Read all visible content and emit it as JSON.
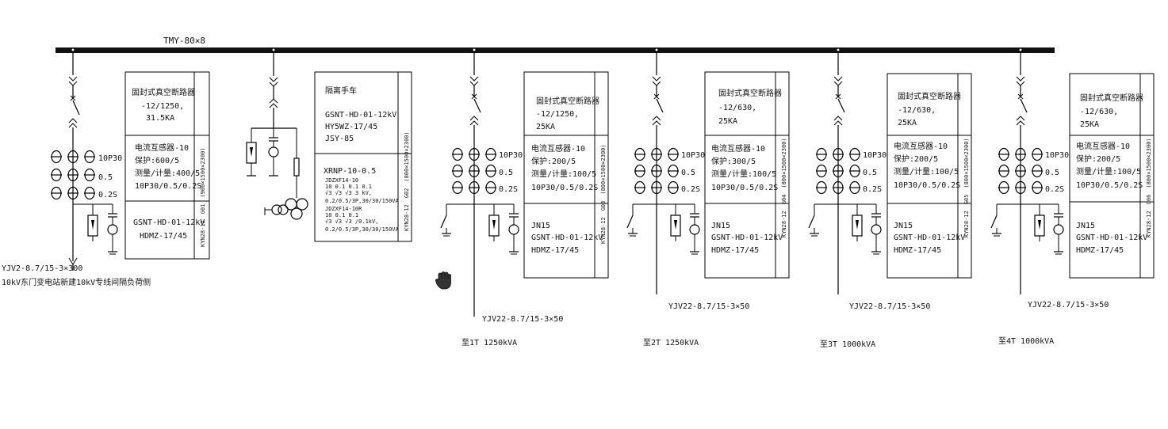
{
  "bus": {
    "label": "TMY-80×8"
  },
  "feeder": {
    "cable": "YJV2-8.7/15-3×300",
    "note": "10kV东门变电站新建10kV专线间隔负荷侧"
  },
  "panels": [
    {
      "id": "p1",
      "ct_labels": [
        "10P30",
        "0.5",
        "0.2S"
      ],
      "breaker": [
        "固封式真空断路器",
        "-12/1250,",
        "31.5KA"
      ],
      "ct": [
        "电流互感器-10",
        "保护:600/5",
        "测量/计量:400/5",
        "10P30/0.5/0.2S"
      ],
      "lower": [
        "GSNT-HD-01-12kV",
        "HDMZ-17/45"
      ],
      "side": [
        "KYN28-12",
        "G01",
        "(900×1500×2300)"
      ]
    },
    {
      "id": "p2",
      "upper": [
        "隔离手车",
        "GSNT-HD-01-12kV",
        "HY5WZ-17/45",
        "JSY-85"
      ],
      "fuse": "XRNP-10-0.5",
      "pt": [
        "JDZXF14-10",
        "10   0.1  0.1   0.1",
        "√3   √3   √3    3  kV,",
        "0.2/0.5/3P,30/30/150VA",
        "JDZXF14-10R",
        "10   0.1  0.1",
        "√3   √3   √3  /0.1kV,",
        "0.2/0.5/3P,30/30/150VA"
      ],
      "side": [
        "KYN28-12",
        "G02",
        "(800×1500×2300)"
      ]
    },
    {
      "id": "p3",
      "ct_labels": [
        "10P30",
        "0.5",
        "0.2S"
      ],
      "breaker": [
        "固封式真空断路器",
        "-12/1250,",
        "25KA"
      ],
      "ct": [
        "电流互感器-10",
        "保护:200/5",
        "测量/计量:100/5",
        "10P30/0.5/0.2S"
      ],
      "lower": [
        "JN15",
        "GSNT-HD-01-12kV",
        "HDMZ-17/45"
      ],
      "side": [
        "KYN28-12",
        "G03",
        "(800×1500×2300)"
      ],
      "cable": "YJV22-8.7/15-3×50",
      "dest": "至1T 1250kVA"
    },
    {
      "id": "p4",
      "ct_labels": [
        "10P30",
        "0.5",
        "0.2S"
      ],
      "breaker": [
        "固封式真空断路器",
        "-12/630,",
        "25KA"
      ],
      "ct": [
        "电流互感器-10",
        "保护:300/5",
        "测量/计量:100/5",
        "10P30/0.5/0.2S"
      ],
      "lower": [
        "JN15",
        "GSNT-HD-01-12kV",
        "HDMZ-17/45"
      ],
      "side": [
        "KYN28-12",
        "G04",
        "(800×1500×2300)"
      ],
      "cable": "YJV22-8.7/15-3×50",
      "dest": "至2T 1250kVA"
    },
    {
      "id": "p5",
      "ct_labels": [
        "10P30",
        "0.5",
        "0.2S"
      ],
      "breaker": [
        "固封式真空断路器",
        "-12/630,",
        "25KA"
      ],
      "ct": [
        "电流互感器-10",
        "保护:200/5",
        "测量/计量:100/5",
        "10P30/0.5/0.2S"
      ],
      "lower": [
        "JN15",
        "GSNT-HD-01-12kV",
        "HDMZ-17/45"
      ],
      "side": [
        "KYN28-12",
        "G05",
        "(800×1500×2300)"
      ],
      "cable": "YJV22-8.7/15-3×50",
      "dest": "至3T 1000kVA"
    },
    {
      "id": "p6",
      "ct_labels": [
        "10P30",
        "0.5",
        "0.2S"
      ],
      "breaker": [
        "固封式真空断路器",
        "-12/630,",
        "25KA"
      ],
      "ct": [
        "电流互感器-10",
        "保护:200/5",
        "测量/计量:100/5",
        "10P30/0.5/0.2S"
      ],
      "lower": [
        "JN15",
        "GSNT-HD-01-12kV",
        "HDMZ-17/45"
      ],
      "side": [
        "KYN28-12",
        "G06",
        "(800×1500×2300)"
      ],
      "cable": "YJV22-8.7/15-3×50",
      "dest": "至4T 1000kVA"
    }
  ],
  "icons": {
    "cursor": "hand-cursor-icon"
  }
}
